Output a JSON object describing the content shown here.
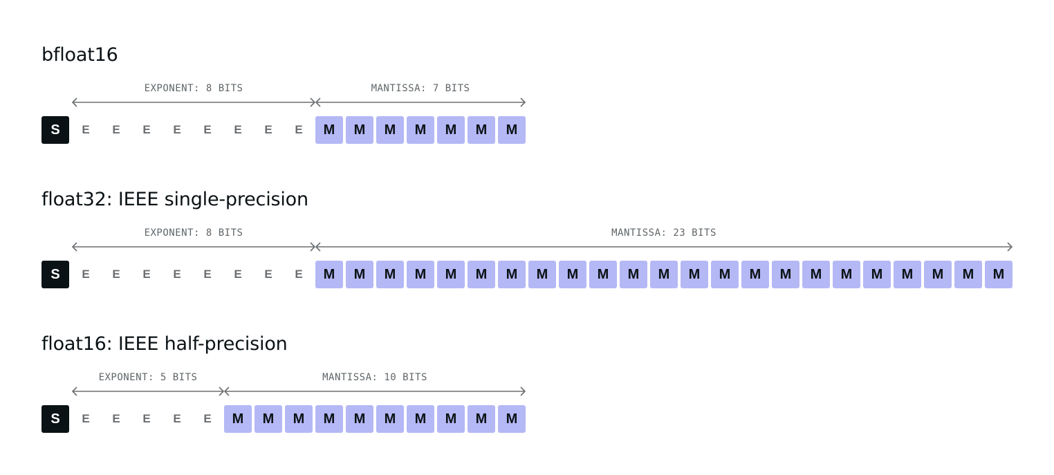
{
  "formats": [
    {
      "id": "bfloat16",
      "title": "bfloat16",
      "exponent_bits": 8,
      "mantissa_bits": 7,
      "exponent_label": "EXPONENT: 8 BITS",
      "mantissa_label": "MANTISSA: 7 BITS",
      "sign_glyph": "S",
      "exponent_glyph": "E",
      "mantissa_glyph": "M"
    },
    {
      "id": "float32",
      "title": "float32: IEEE single-precision",
      "exponent_bits": 8,
      "mantissa_bits": 23,
      "exponent_label": "EXPONENT: 8 BITS",
      "mantissa_label": "MANTISSA: 23 BITS",
      "sign_glyph": "S",
      "exponent_glyph": "E",
      "mantissa_glyph": "M"
    },
    {
      "id": "float16",
      "title": "float16: IEEE half-precision",
      "exponent_bits": 5,
      "mantissa_bits": 10,
      "exponent_label": "EXPONENT: 5 BITS",
      "mantissa_label": "MANTISSA: 10 BITS",
      "sign_glyph": "S",
      "exponent_glyph": "E",
      "mantissa_glyph": "M"
    }
  ],
  "colors": {
    "sign_bg": "#0b1215",
    "sign_text": "#ffffff",
    "exponent_text": "#6b6e71",
    "mantissa_bg": "#b4b8f5",
    "mantissa_text": "#0b1215",
    "arrow": "#6b6e71",
    "label": "#5f6569"
  }
}
